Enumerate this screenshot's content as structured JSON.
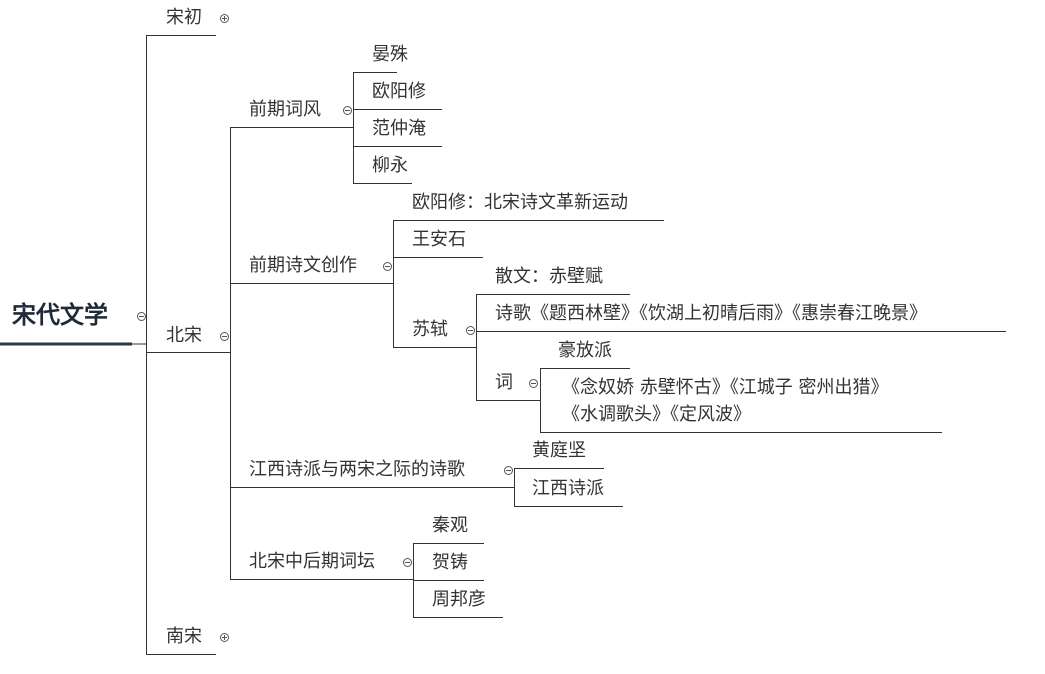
{
  "root": "宋代文学",
  "song_chu": "宋初",
  "bei_song": "北宋",
  "nan_song": "南宋",
  "qianqi_cifeng": {
    "label": "前期词风",
    "items": [
      "晏殊",
      "欧阳修",
      "范仲淹",
      "柳永"
    ]
  },
  "qianqi_shiwen": {
    "label": "前期诗文创作",
    "ouyangxiu": "欧阳修：北宋诗文革新运动",
    "wanganshi": "王安石",
    "sushi": {
      "label": "苏轼",
      "sanwen": "散文：赤壁赋",
      "shige": "诗歌《题西林壁》《饮湖上初晴后雨》《惠崇春江晚景》",
      "ci": {
        "label": "词",
        "haofang": "豪放派",
        "works_line1": "《念奴娇 赤壁怀古》《江城子 密州出猎》",
        "works_line2": "《水调歌头》《定风波》"
      }
    }
  },
  "jiangxi": {
    "label": "江西诗派与两宋之际的诗歌",
    "items": [
      "黄庭坚",
      "江西诗派"
    ]
  },
  "zhonghouqi": {
    "label": "北宋中后期词坛",
    "items": [
      "秦观",
      "贺铸",
      "周邦彦"
    ]
  },
  "colors": {
    "line": "#333333",
    "root_underline": "#2d3748",
    "text": "#333333"
  }
}
